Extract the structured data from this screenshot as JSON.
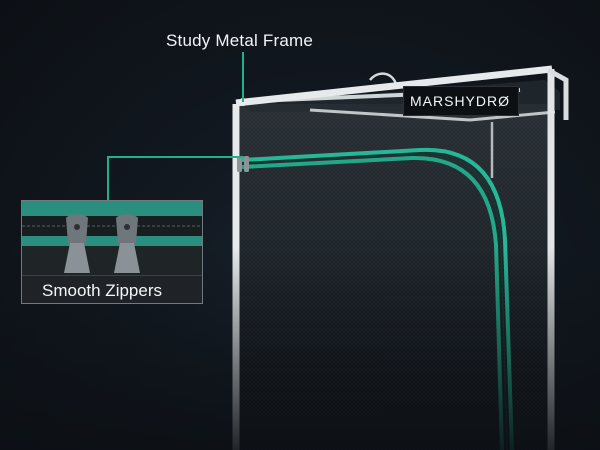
{
  "labels": {
    "frame": "Study Metal Frame",
    "zippers": "Smooth Zippers",
    "brand": "MARSHYDRØ"
  },
  "colors": {
    "accent": "#26b896",
    "frame_white": "#e7eaec",
    "mesh_dark": "#1d2328",
    "text": "#f2f4f6"
  }
}
